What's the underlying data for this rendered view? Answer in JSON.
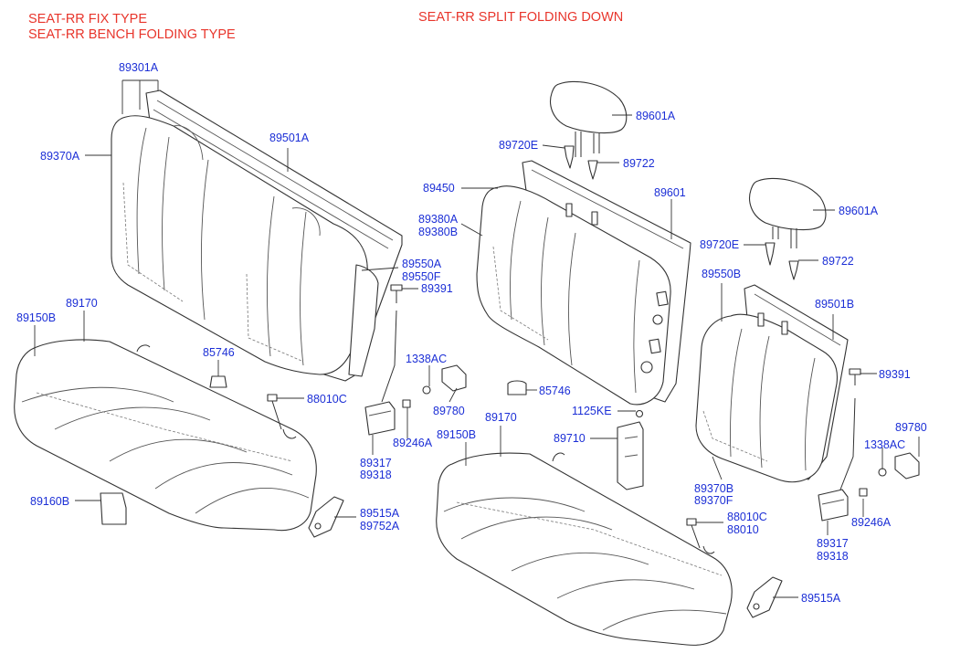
{
  "titles": {
    "left_line1": "SEAT-RR FIX TYPE",
    "left_line2": "SEAT-RR BENCH FOLDING TYPE",
    "right": "SEAT-RR SPLIT FOLDING DOWN"
  },
  "labels": {
    "l_89301A": "89301A",
    "l_89370A": "89370A",
    "l_89501A": "89501A",
    "l_89550A": "89550A",
    "l_89550F": "89550F",
    "l_89391_left": "89391",
    "l_89150B_left": "89150B",
    "l_89170_left": "89170",
    "l_85746_left": "85746",
    "l_88010C_left": "88010C",
    "l_1338AC_left": "1338AC",
    "l_89780_left": "89780",
    "l_89246A_left": "89246A",
    "l_89317_left": "89317",
    "l_89318_left": "89318",
    "l_89160B": "89160B",
    "l_89515A_left": "89515A",
    "l_89752A": "89752A",
    "l_89601A_top": "89601A",
    "l_89720E_top": "89720E",
    "l_89722_top": "89722",
    "l_89450": "89450",
    "l_89601": "89601",
    "l_89380A": "89380A",
    "l_89380B": "89380B",
    "l_89601A_right": "89601A",
    "l_89720E_right": "89720E",
    "l_89722_right": "89722",
    "l_89550B": "89550B",
    "l_89501B": "89501B",
    "l_89391_right": "89391",
    "l_85746_right": "85746",
    "l_1125KE": "1125KE",
    "l_89150B_right": "89150B",
    "l_89170_right": "89170",
    "l_89710": "89710",
    "l_89780_right": "89780",
    "l_1338AC_right": "1338AC",
    "l_89370B": "89370B",
    "l_89370F": "89370F",
    "l_89246A_right": "89246A",
    "l_88010C_right": "88010C",
    "l_88010": "88010",
    "l_89317_right": "89317",
    "l_89318_right": "89318",
    "l_89515A_right": "89515A"
  }
}
